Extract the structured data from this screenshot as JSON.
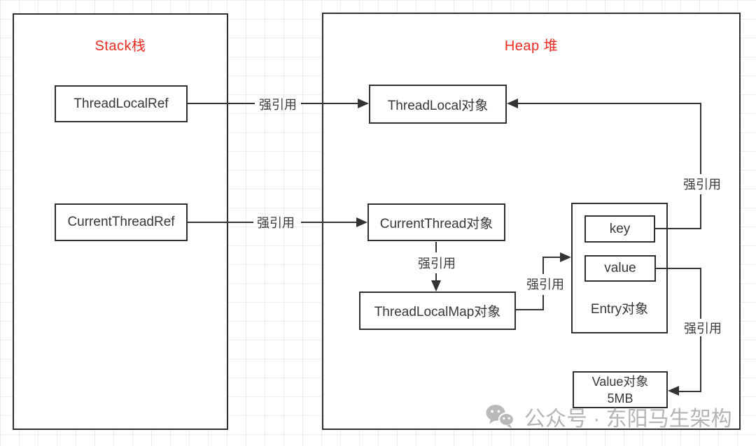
{
  "stack": {
    "title": "Stack栈",
    "nodes": [
      {
        "id": "thread-local-ref",
        "label": "ThreadLocalRef"
      },
      {
        "id": "current-thread-ref",
        "label": "CurrentThreadRef"
      }
    ]
  },
  "heap": {
    "title": "Heap 堆",
    "nodes": [
      {
        "id": "thread-local-obj",
        "label": "ThreadLocal对象"
      },
      {
        "id": "current-thread-obj",
        "label": "CurrentThread对象"
      },
      {
        "id": "thread-local-map-obj",
        "label": "ThreadLocalMap对象"
      },
      {
        "id": "entry-obj",
        "label": "Entry对象",
        "fields": [
          {
            "id": "key",
            "label": "key"
          },
          {
            "id": "value",
            "label": "value"
          }
        ]
      },
      {
        "id": "value-obj",
        "label_lines": [
          "Value对象",
          "5MB"
        ]
      }
    ]
  },
  "edges": [
    {
      "from": "ThreadLocalRef",
      "to": "ThreadLocal对象",
      "label": "强引用"
    },
    {
      "from": "CurrentThreadRef",
      "to": "CurrentThread对象",
      "label": "强引用"
    },
    {
      "from": "CurrentThread对象",
      "to": "ThreadLocalMap对象",
      "label": "强引用"
    },
    {
      "from": "ThreadLocalMap对象",
      "to": "Entry对象",
      "label": "强引用"
    },
    {
      "from": "key",
      "to": "ThreadLocal对象",
      "label": "强引用"
    },
    {
      "from": "value",
      "to": "Value对象",
      "label": "强引用"
    }
  ],
  "watermark": {
    "icon": "wechat-icon",
    "text": "公众号 · 东阳马生架构"
  },
  "colors": {
    "title_red": "#ee2b20",
    "line_dark": "#333333",
    "node_border": "#303030",
    "node_bg": "#ffffff",
    "watermark_gray": "#b4b4b4",
    "grid": "#ededed"
  }
}
